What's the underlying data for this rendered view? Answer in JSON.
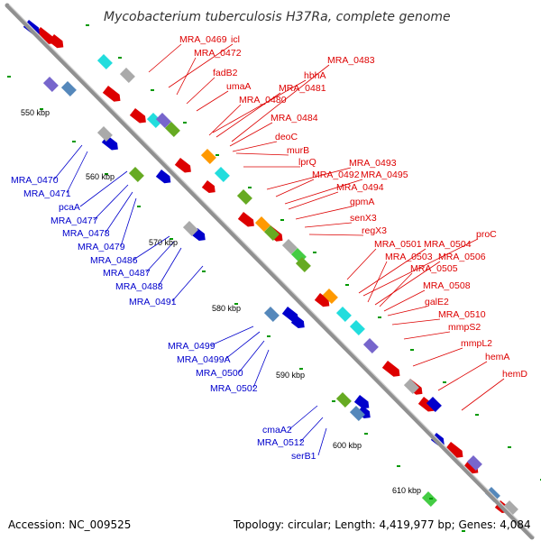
{
  "title": "Mycobacterium tuberculosis H37Ra, complete genome",
  "accession_text": "Accession: NC_009525",
  "summary_text": "Topology: circular; Length: 4,419,977 bp; Genes: 4,084",
  "ruler": [
    "550 kbp",
    "560 kbp",
    "570 kbp",
    "580 kbp",
    "590 kbp",
    "600 kbp",
    "610 kbp"
  ],
  "forward_genes": [
    "MRA_0469",
    "icl",
    "MRA_0472",
    "fadB2",
    "umaA",
    "MRA_0480",
    "hbhA",
    "MRA_0481",
    "MRA_0483",
    "MRA_0484",
    "deoC",
    "murB",
    "lprQ",
    "MRA_0493",
    "MRA_0492",
    "MRA_0495",
    "MRA_0494",
    "gpmA",
    "senX3",
    "regX3",
    "MRA_0501",
    "MRA_0504",
    "proC",
    "MRA_0503",
    "MRA_0506",
    "MRA_0505",
    "MRA_0508",
    "galE2",
    "MRA_0510",
    "mmpS2",
    "mmpL2",
    "hemA",
    "hemD"
  ],
  "reverse_genes": [
    "MRA_0470",
    "MRA_0471",
    "pcaA",
    "MRA_0477",
    "MRA_0478",
    "MRA_0479",
    "MRA_0486",
    "MRA_0487",
    "MRA_0488",
    "MRA_0491",
    "MRA_0499",
    "MRA_0499A",
    "MRA_0500",
    "MRA_0502",
    "cmaA2",
    "MRA_0512",
    "serB1"
  ],
  "colors": {
    "forward": "#dd0000",
    "reverse": "#0000cc",
    "backbone": "#909090",
    "tick": "#009900",
    "cyan": "#22dddd",
    "purple": "#7766cc",
    "olive": "#66aa22",
    "orange": "#ff9900",
    "steel": "#5588bb",
    "gray": "#aaaaaa",
    "green": "#44cc44"
  }
}
